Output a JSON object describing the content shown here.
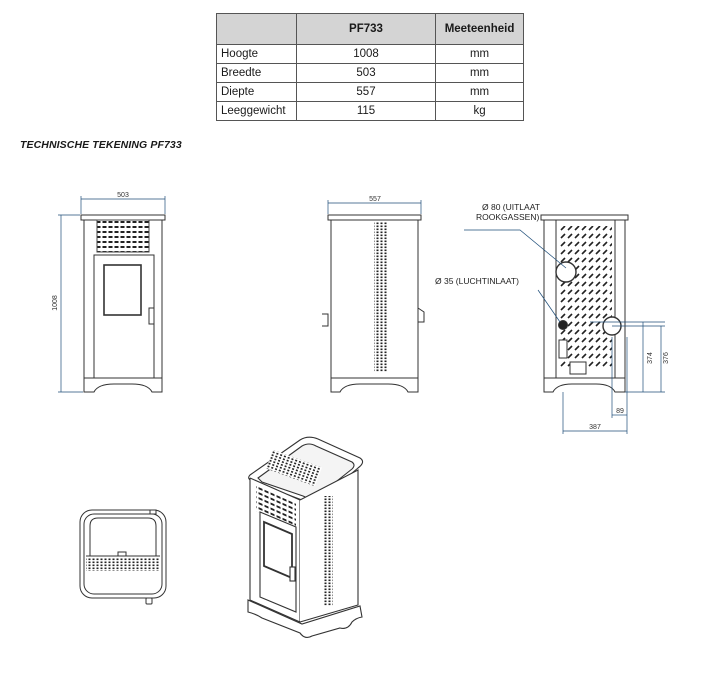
{
  "table": {
    "headers": [
      "",
      "PF733",
      "Meeteenheid"
    ],
    "rows": [
      {
        "label": "Hoogte",
        "value": "1008",
        "unit": "mm"
      },
      {
        "label": "Breedte",
        "value": "503",
        "unit": "mm"
      },
      {
        "label": "Diepte",
        "value": "557",
        "unit": "mm"
      },
      {
        "label": "Leeggewicht",
        "value": "115",
        "unit": "kg"
      }
    ]
  },
  "heading": "TECHNISCHE TEKENING PF733",
  "drawing": {
    "front_width": "503",
    "front_height": "1008",
    "side_depth": "557",
    "outlet_note_line1": "Ø 80 (UITLAAT",
    "outlet_note_line2": "ROOKGASSEN)",
    "inlet_note": "Ø 35 (LUCHTINLAAT)",
    "dim_374": "374",
    "dim_376": "376",
    "dim_89": "89",
    "dim_387": "387"
  }
}
